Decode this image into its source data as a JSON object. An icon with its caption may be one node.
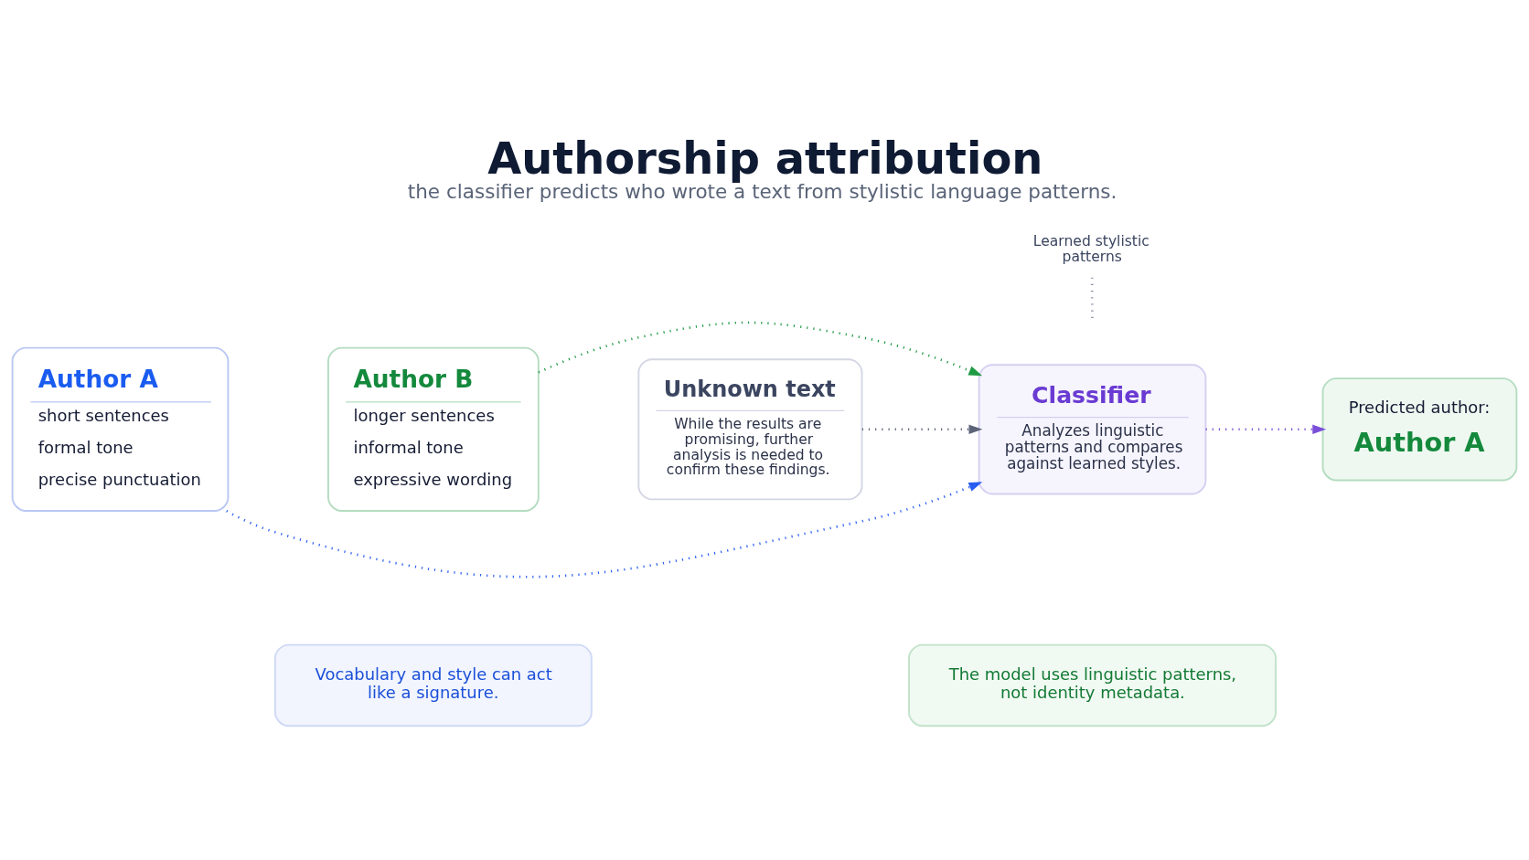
{
  "diagram": {
    "title": "Authorship attribution",
    "caption": "the classifier predicts who wrote a text from stylistic language patterns.",
    "nodes": [
      {
        "text": [
          "Author A",
          "short sentences",
          "formal tone",
          "precise punctuation"
        ]
      },
      {
        "text": [
          "Author B",
          "longer sentences",
          "informal tone",
          "expressive wording"
        ]
      },
      {
        "text": [
          "Unknown text",
          "While the results are promising, further analysis is needed to confirm these findings."
        ]
      },
      {
        "text": [
          "Learned stylistic patterns"
        ]
      },
      {
        "text": [
          "Classifier",
          "Analyzes linguistic patterns and compares against learned styles."
        ]
      },
      {
        "text": [
          "Predicted author:",
          "Author A"
        ]
      },
      {
        "text": [
          "Vocabulary and style can act like a signature."
        ]
      },
      {
        "text": [
          "The model uses linguistic patterns, not identity metadata."
        ]
      }
    ],
    "edges": [
      {
        "from": 0,
        "to": 4,
        "arrow": "to",
        "color": "#2a5ef0"
      },
      {
        "from": 2,
        "to": 4,
        "arrow": "to",
        "color": "#5d6479"
      },
      {
        "from": 1,
        "to": 4,
        "arrow": "to",
        "color": "#1f9a44"
      },
      {
        "from": 4,
        "to": 5,
        "arrow": "to",
        "color": "#7a4fd8"
      },
      {
        "from": 3,
        "to": null,
        "arrow": "none",
        "color": "#8a90a2"
      }
    ]
  }
}
